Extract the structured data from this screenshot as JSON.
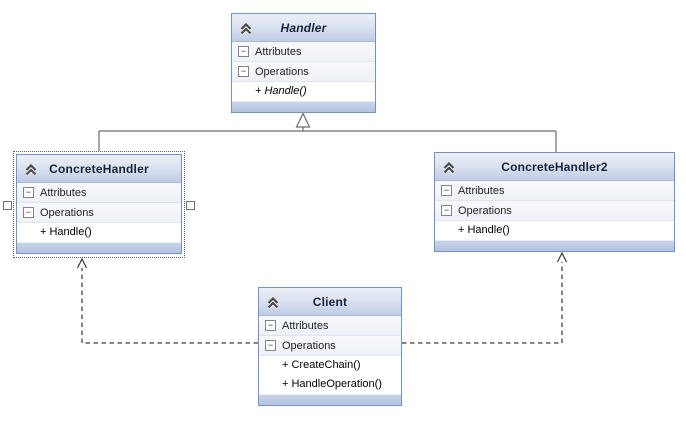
{
  "icons": {
    "collapse_chevron": "double-chevron-up",
    "section_toggle": "−"
  },
  "colors": {
    "canvas_bg": "#ffffff",
    "box_border": "#7293c2",
    "header_gradient_top": "#ebeff7",
    "header_gradient_bottom": "#bfcce6",
    "section_bg": "#eef1f8",
    "footer_strip": "#b3c2e0",
    "title_text": "#17233b",
    "inheritance_line": "#6e6e6e",
    "dependency_line": "#3a3a3a",
    "selection_border": "#5f5f5f"
  },
  "classes": {
    "handler": {
      "title": "Handler",
      "abstract": true,
      "attributes_label": "Attributes",
      "operations_label": "Operations",
      "methods": [
        "+ Handle()"
      ]
    },
    "concrete_handler": {
      "title": "ConcreteHandler",
      "selected": true,
      "attributes_label": "Attributes",
      "operations_label": "Operations",
      "methods": [
        "+ Handle()"
      ]
    },
    "concrete_handler2": {
      "title": "ConcreteHandler2",
      "attributes_label": "Attributes",
      "operations_label": "Operations",
      "methods": [
        "+ Handle()"
      ]
    },
    "client": {
      "title": "Client",
      "attributes_label": "Attributes",
      "operations_label": "Operations",
      "methods": [
        "+ CreateChain()",
        "+ HandleOperation()"
      ]
    }
  },
  "relationships": [
    {
      "type": "generalization",
      "from": "ConcreteHandler",
      "to": "Handler"
    },
    {
      "type": "generalization",
      "from": "ConcreteHandler2",
      "to": "Handler"
    },
    {
      "type": "dependency",
      "from": "Client",
      "to": "ConcreteHandler"
    },
    {
      "type": "dependency",
      "from": "Client",
      "to": "ConcreteHandler2"
    }
  ]
}
